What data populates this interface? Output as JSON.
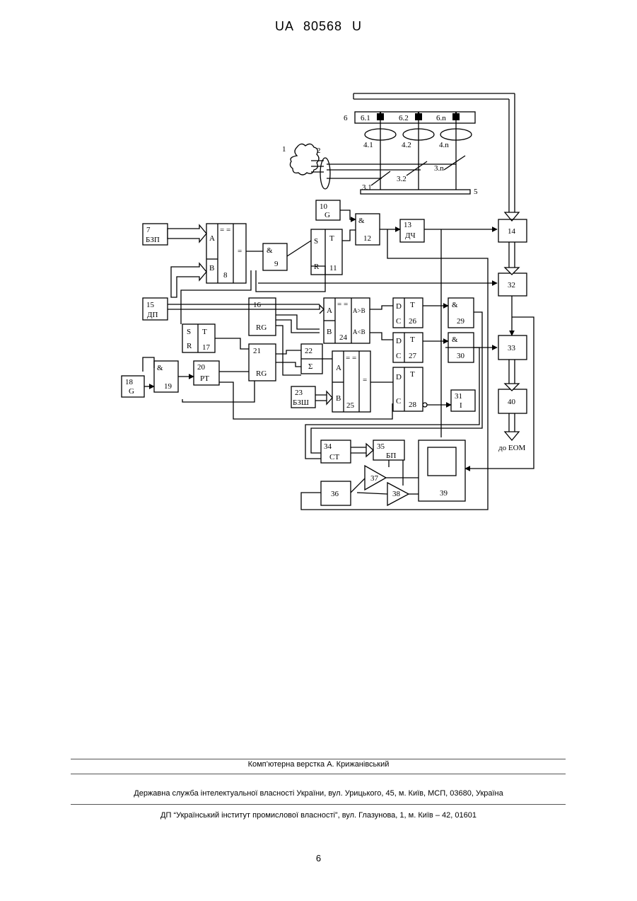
{
  "document": {
    "header": "UA 80568 U",
    "page_number": "6"
  },
  "diagram": {
    "labels": {
      "l1": "1",
      "l2": "2",
      "l31": "3.1",
      "l32": "3.2",
      "l3n": "3.n",
      "l41": "4.1",
      "l42": "4.2",
      "l4n": "4.n",
      "l5": "5",
      "l6": "6",
      "l61": "6.1",
      "l62": "6.2",
      "l6n": "6.n"
    },
    "blocks": {
      "b7": {
        "num": "7",
        "name": "БЗП"
      },
      "b8": {
        "num": "8",
        "a": "A",
        "b": "B",
        "eq": "= =",
        "out": "="
      },
      "b9": {
        "num": "9",
        "op": "&"
      },
      "b10": {
        "num": "10",
        "name": "G"
      },
      "b11": {
        "num": "11",
        "s": "S",
        "r": "R",
        "t": "T"
      },
      "b12": {
        "num": "12",
        "op": "&"
      },
      "b13": {
        "num": "13",
        "name": "ДЧ"
      },
      "b14": {
        "num": "14"
      },
      "b15": {
        "num": "15",
        "name": "ДП"
      },
      "b16": {
        "num": "16",
        "name": "RG"
      },
      "b17": {
        "num": "17",
        "s": "S",
        "r": "R",
        "t": "T"
      },
      "b18": {
        "num": "18",
        "name": "G"
      },
      "b19": {
        "num": "19",
        "op": "&"
      },
      "b20": {
        "num": "20",
        "name": "PT"
      },
      "b21": {
        "num": "21",
        "name": "RG"
      },
      "b22": {
        "num": "22",
        "name": "Σ"
      },
      "b23": {
        "num": "23",
        "name": "БЗШ"
      },
      "b24": {
        "num": "24",
        "a": "A",
        "b": "B",
        "eq": "= =",
        "gt": "A>B",
        "lt": "A<B"
      },
      "b25": {
        "num": "25",
        "a": "A",
        "b": "B",
        "eq": "= =",
        "out": "="
      },
      "b26": {
        "num": "26",
        "d": "D",
        "c": "C",
        "t": "T"
      },
      "b27": {
        "num": "27",
        "d": "D",
        "c": "C",
        "t": "T"
      },
      "b28": {
        "num": "28",
        "d": "D",
        "c": "C",
        "t": "T"
      },
      "b29": {
        "num": "29",
        "op": "&"
      },
      "b30": {
        "num": "30",
        "op": "&"
      },
      "b31": {
        "num": "31",
        "name": "I"
      },
      "b32": {
        "num": "32"
      },
      "b33": {
        "num": "33"
      },
      "b34": {
        "num": "34",
        "name": "CT"
      },
      "b35": {
        "num": "35",
        "name": "БП"
      },
      "b36": {
        "num": "36"
      },
      "b37": {
        "num": "37"
      },
      "b38": {
        "num": "38"
      },
      "b39": {
        "num": "39"
      },
      "b40": {
        "num": "40"
      }
    },
    "output_label": "до ЕОМ"
  },
  "footer": {
    "layout_credit": "Комп’ютерна верстка А. Крижанівський",
    "agency": "Державна служба інтелектуальної власності України, вул. Урицького, 45, м. Київ, МСП, 03680, Україна",
    "institute": "ДП “Український інститут промислової власності”, вул. Глазунова, 1, м. Київ – 42, 01601"
  }
}
